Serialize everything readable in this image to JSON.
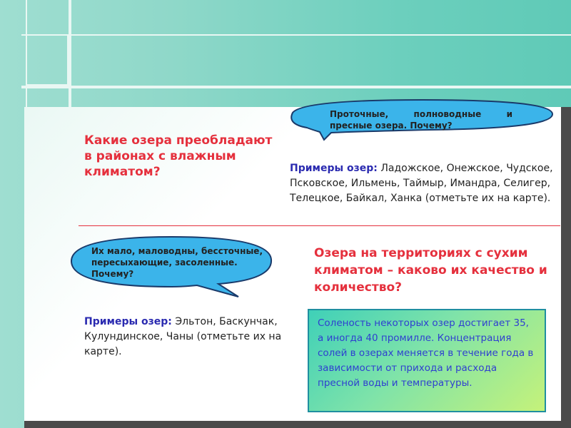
{
  "slide": {
    "question_wet": "Какие озера преобладают в районах с влажным климатом?",
    "bubble_wet": "Проточные, полноводные и пресные озера. Почему?",
    "examples_wet_label": "Примеры озер:",
    "examples_wet_text": " Ладожское, Онежское, Чудское, Псковское, Ильмень, Таймыр, Имандра, Селигер, Телецкое, Байкал, Ханка (отметьте их на карте).",
    "question_dry": "Озера на территориях с сухим климатом – каково их качество и количество?",
    "bubble_dry": "Их мало, маловодны, бессточные, пересыхающие, засоленные. Почему?",
    "examples_dry_label": "Примеры озер:",
    "examples_dry_text": " Эльтон, Баскунчак, Кулундинское, Чаны (отметьте их на карте).",
    "salinity_note": "Соленость некоторых озер достигает 35, а иногда 40 промилле. Концентрация солей в озерах меняется в течение года в зависимости от прихода и расхода пресной воды и температуры."
  },
  "colors": {
    "accent_red": "#e5303d",
    "bubble_blue": "#3bb4ea",
    "label_blue": "#2a2ab0",
    "teal": "#6ccfbd"
  }
}
